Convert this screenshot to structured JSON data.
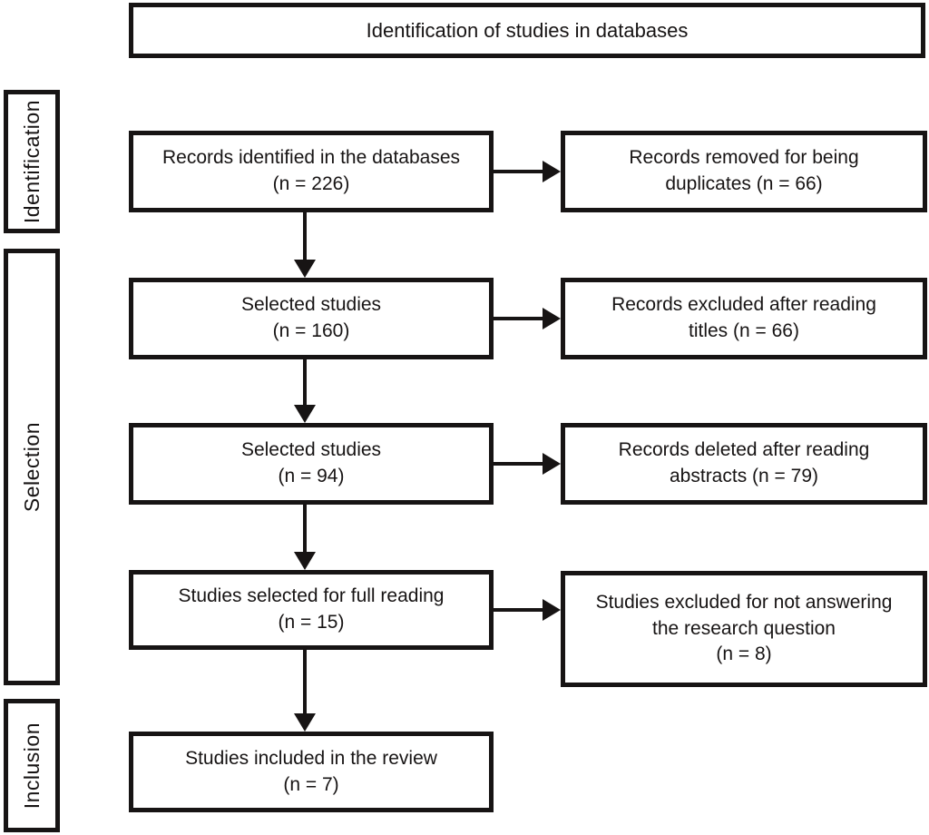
{
  "colors": {
    "ink": "#171414",
    "paper": "#ffffff"
  },
  "title": {
    "text": "Identification of studies in databases"
  },
  "stage_labels": [
    {
      "label": "Identification"
    },
    {
      "label": "Selection"
    },
    {
      "label": "Inclusion"
    }
  ],
  "boxes": {
    "main": [
      {
        "line1": "Records identified in the databases",
        "line2": "(n = 226)"
      },
      {
        "line1": "Selected studies",
        "line2": "(n = 160)"
      },
      {
        "line1": "Selected studies",
        "line2": "(n = 94)"
      },
      {
        "line1": "Studies selected for full reading",
        "line2": "(n = 15)"
      },
      {
        "line1": "Studies included in the review",
        "line2": "(n = 7)"
      }
    ],
    "side": [
      {
        "line1": "Records removed for being",
        "line2": "duplicates (n = 66)"
      },
      {
        "line1": "Records excluded after reading",
        "line2": "titles (n = 66)"
      },
      {
        "line1": "Records deleted after reading",
        "line2": "abstracts (n = 79)"
      },
      {
        "line1": "Studies excluded for not answering",
        "line2": "the research question",
        "line3": "(n = 8)"
      }
    ]
  }
}
